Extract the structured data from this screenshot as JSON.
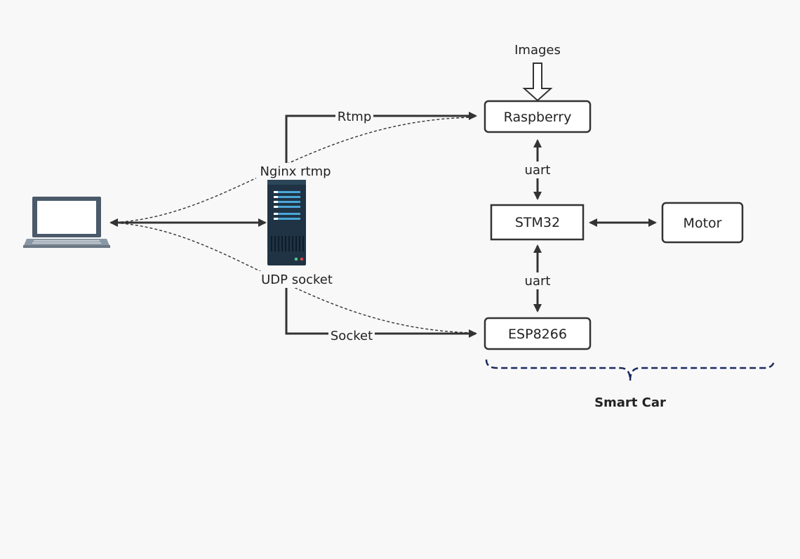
{
  "nodes": {
    "raspberry": "Raspberry",
    "stm32": "STM32",
    "motor": "Motor",
    "esp8266": "ESP8266"
  },
  "labels": {
    "images": "Images",
    "rtmp": "Rtmp",
    "nginx": "Nginx rtmp",
    "udp": "UDP socket",
    "socket": "Socket",
    "uart_top": "uart",
    "uart_bottom": "uart",
    "smart_car": "Smart Car"
  },
  "icons": {
    "laptop": "laptop-icon",
    "server": "server-icon"
  },
  "colors": {
    "line": "#333333",
    "brace": "#1a2a5e",
    "server_body": "#1f3344",
    "server_accent": "#4aa6d8"
  }
}
